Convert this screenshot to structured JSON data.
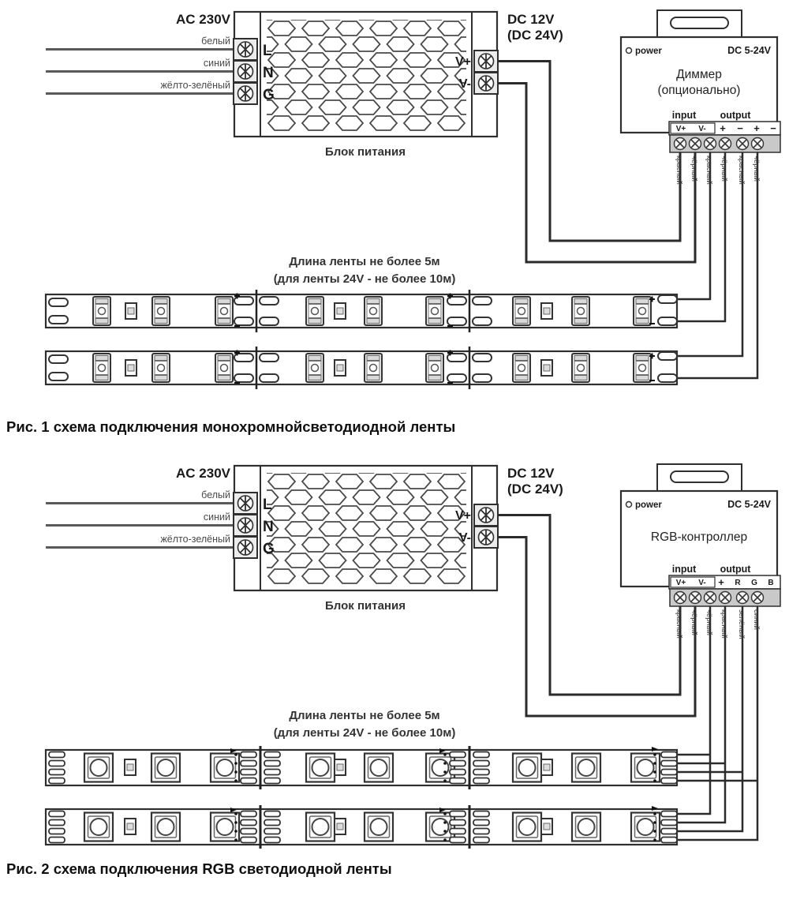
{
  "figure1": {
    "ac_voltage": "AC 230V",
    "mains_wires": [
      "белый",
      "синий",
      "жёлто-зелёный"
    ],
    "mains_terminals": [
      "L",
      "N",
      "G"
    ],
    "psu_label": "Блок питания",
    "dc_voltage_line1": "DC 12V",
    "dc_voltage_line2": "(DC 24V)",
    "dc_terminals": [
      "V+",
      "V-"
    ],
    "controller": {
      "power_led_label": "power",
      "voltage_range": "DC 5-24V",
      "title_line1": "Диммер",
      "title_line2": "(опционально)",
      "input_label": "input",
      "output_label": "output",
      "terminals": [
        "V+",
        "V-",
        "+",
        "−",
        "+",
        "−"
      ],
      "wire_colors": [
        "красный",
        "чёрный",
        "красный",
        "чёрный",
        "красный",
        "чёрный"
      ]
    },
    "length_note_line1": "Длина ленты не более 5м",
    "length_note_line2": "(для ленты 24V - не более 10м)",
    "caption": "Рис. 1 схема подключения монохромнойсветодиодной ленты"
  },
  "figure2": {
    "ac_voltage": "AC 230V",
    "mains_wires": [
      "белый",
      "синий",
      "жёлто-зелёный"
    ],
    "mains_terminals": [
      "L",
      "N",
      "G"
    ],
    "psu_label": "Блок питания",
    "dc_voltage_line1": "DC 12V",
    "dc_voltage_line2": "(DC 24V)",
    "dc_terminals": [
      "V+",
      "V-"
    ],
    "controller": {
      "power_led_label": "power",
      "voltage_range": "DC 5-24V",
      "title": "RGB-контроллер",
      "input_label": "input",
      "output_label": "output",
      "terminals": [
        "V+",
        "V-",
        "+",
        "R",
        "G",
        "B"
      ],
      "wire_colors": [
        "красный",
        "чёрный",
        "чёрный",
        "красный",
        "зелёный",
        "синий"
      ]
    },
    "length_note_line1": "Длина ленты не более 5м",
    "length_note_line2": "(для ленты 24V - не более 10м)",
    "caption": "Рис. 2 схема подключения RGB светодиодной ленты"
  }
}
